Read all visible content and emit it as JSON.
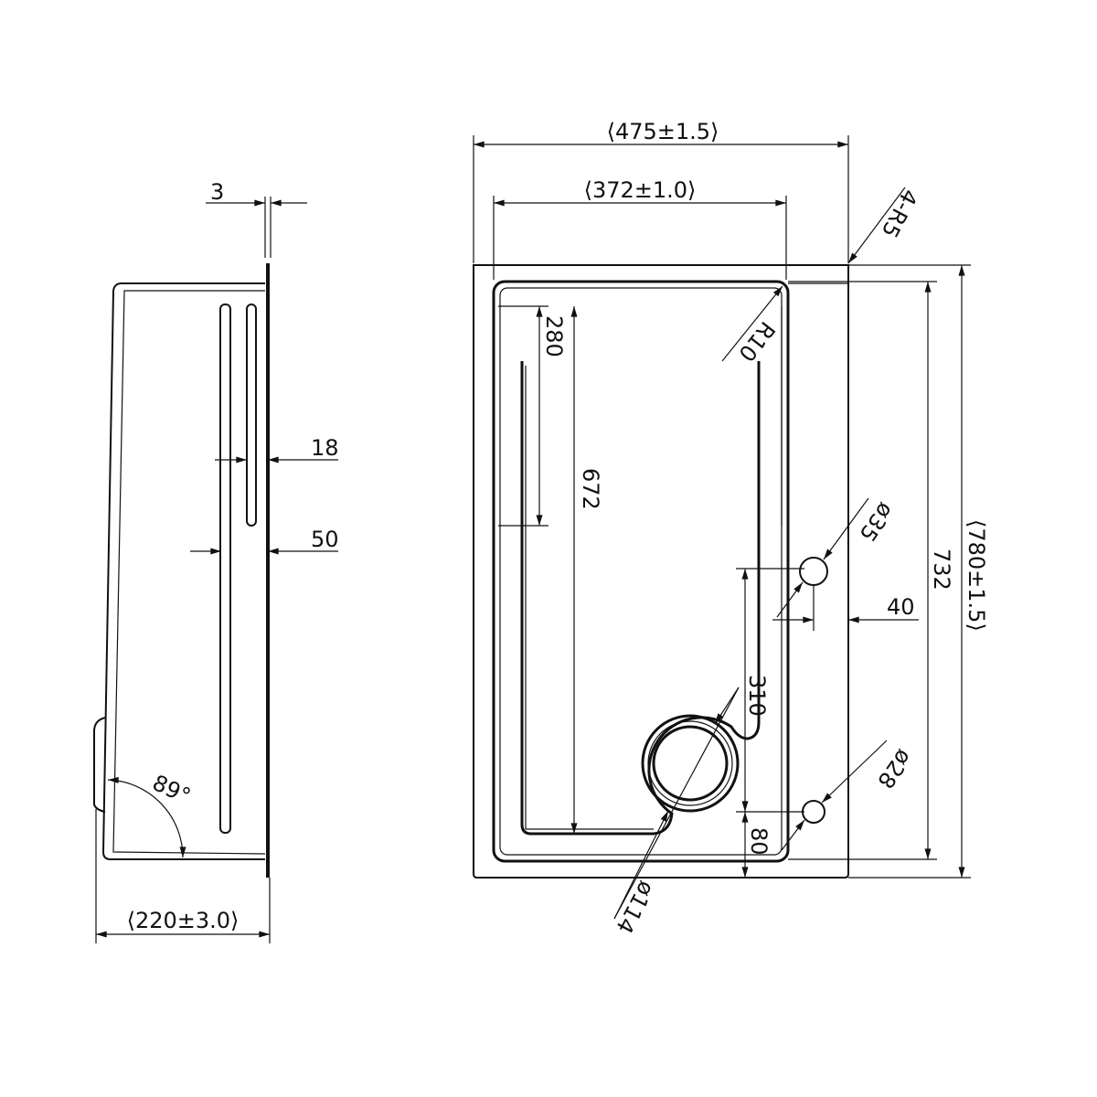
{
  "side_view": {
    "dim_flange_thickness": "3",
    "dim_slot_short": "18",
    "dim_slot_long": "50",
    "angle": "89°",
    "dim_depth": "⟨220±3.0⟩"
  },
  "top_view": {
    "dim_outer_width": "⟨475±1.5⟩",
    "dim_bowl_width": "⟨372±1.0⟩",
    "corner_radius": "4-R5",
    "inner_radius": "R10",
    "dim_280": "280",
    "dim_672": "672",
    "hole_large": "ø35",
    "dim_40": "40",
    "dim_732": "732",
    "dim_outer_length": "⟨780±1.5⟩",
    "dim_310": "310",
    "hole_small": "ø28",
    "dim_80": "80",
    "drain": "ø114"
  },
  "colors": {
    "line": "#111111",
    "background": "#ffffff"
  }
}
